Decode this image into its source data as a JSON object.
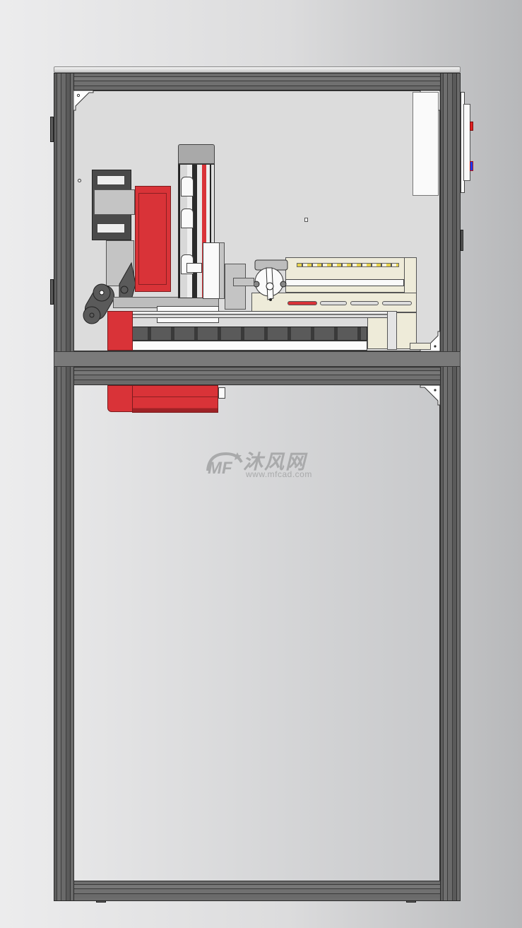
{
  "drawing": {
    "type": "CAD render - machine frame side view",
    "watermark": {
      "logo_text": "MF",
      "brand_cn": "沐风网",
      "url": "www.mfcad.com"
    },
    "colors": {
      "background_left": "#ececed",
      "background_right": "#b7b8ba",
      "frame_profile": "#5e5e5e",
      "panel": "#dcdcdc",
      "motor_red": "#d93338",
      "cream_part": "#eeebd9",
      "button_red": "#e02020",
      "button_blue": "#1a3cff"
    },
    "components": [
      "aluminium-frame",
      "top-cap",
      "upper-enclosure-panel",
      "mid-shelf-plate",
      "lower-cabinet",
      "vertical-linear-axis",
      "red-servo-motor-upper",
      "red-servo-motor-lower",
      "cable-drag-chain",
      "horizontal-linear-rail",
      "cream-feeder-module",
      "control-box",
      "side-control-panel"
    ]
  }
}
